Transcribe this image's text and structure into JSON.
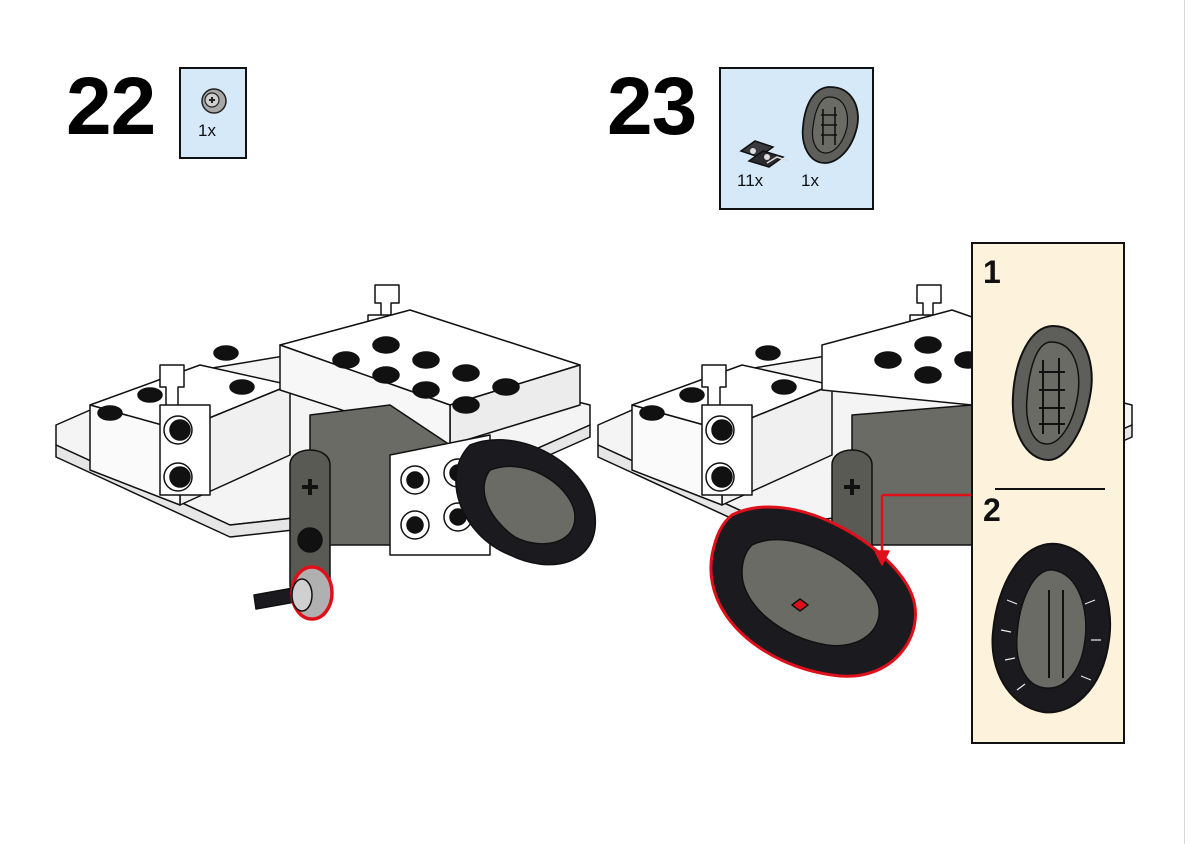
{
  "steps": [
    {
      "number": "22",
      "parts": [
        {
          "icon": "bush-half-icon",
          "qty": "1x"
        }
      ]
    },
    {
      "number": "23",
      "parts": [
        {
          "icon": "tread-link-icon",
          "qty": "11x"
        },
        {
          "icon": "sprocket-wheel-icon",
          "qty": "1x"
        }
      ],
      "callout": {
        "substeps": [
          "1",
          "2"
        ]
      }
    }
  ],
  "colors": {
    "parts_box_bg": "#d6e9f9",
    "callout_bg": "#fdf3dc",
    "highlight": "#e0101a",
    "dark_bley": "#6b6b66",
    "black_part": "#1a1a1f"
  }
}
